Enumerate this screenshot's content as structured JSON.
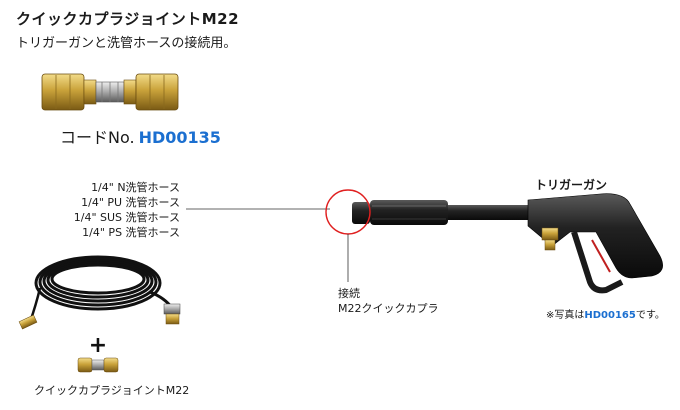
{
  "header": {
    "title": "クイックカプラジョイントM22",
    "subtitle": "トリガーガンと洗管ホースの接続用。"
  },
  "product": {
    "code_prefix": "コードNo.",
    "code": "HD00135"
  },
  "hoses": {
    "items": [
      "1/4\" N洗管ホース",
      "1/4\" PU 洗管ホース",
      "1/4\" SUS 洗管ホース",
      "1/4\" PS 洗管ホース"
    ]
  },
  "trigger_gun": {
    "label": "トリガーガン"
  },
  "connection": {
    "line1": "接続",
    "line2": "M22クイックカプラ"
  },
  "photo_note": {
    "prefix": "※写真は",
    "code": "HD00165",
    "suffix": "です。"
  },
  "plus_symbol": "+",
  "bottom_label": "クイックカプラジョイントM22",
  "colors": {
    "accent": "#1b6fd0",
    "brass": "#c9a23a",
    "circle": "#e02020"
  }
}
